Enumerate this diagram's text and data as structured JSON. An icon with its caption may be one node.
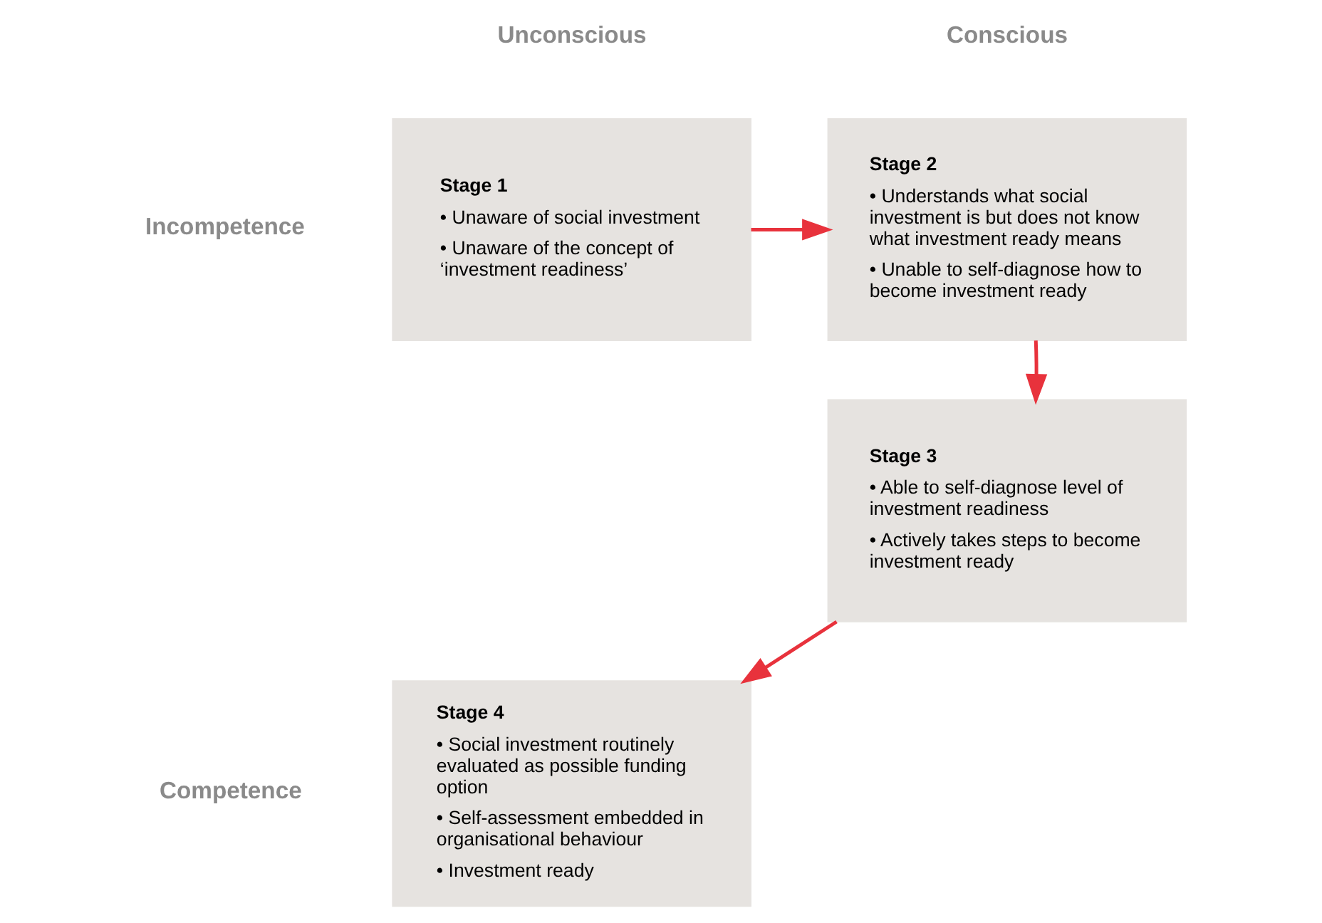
{
  "diagram": {
    "nodes": [
      {
        "text": [
          "Stage 1",
          "• Unaware of social investment",
          "• Unaware of the concept of ‘investment readiness’"
        ]
      },
      {
        "text": [
          "Stage 2",
          "• Understands what social investment is but does not know what investment ready means",
          "• Unable to self-diagnose how to become investment ready"
        ]
      },
      {
        "text": [
          "Stage 3",
          "• Able to self-diagnose level of investment readiness",
          "• Actively takes steps to become investment ready"
        ]
      },
      {
        "text": [
          "Stage 4",
          "• Social investment routinely evaluated as possible funding option",
          "• Self-assessment embedded in organisational behaviour",
          "• Investment ready"
        ]
      }
    ],
    "edges": [
      {
        "from": 0,
        "to": 1,
        "arrow": "to"
      },
      {
        "from": 1,
        "to": 2,
        "arrow": "to"
      },
      {
        "from": 2,
        "to": 3,
        "arrow": "to"
      }
    ],
    "labels": [
      "Unconscious",
      "Conscious",
      "Incompetence",
      "Competence"
    ]
  }
}
